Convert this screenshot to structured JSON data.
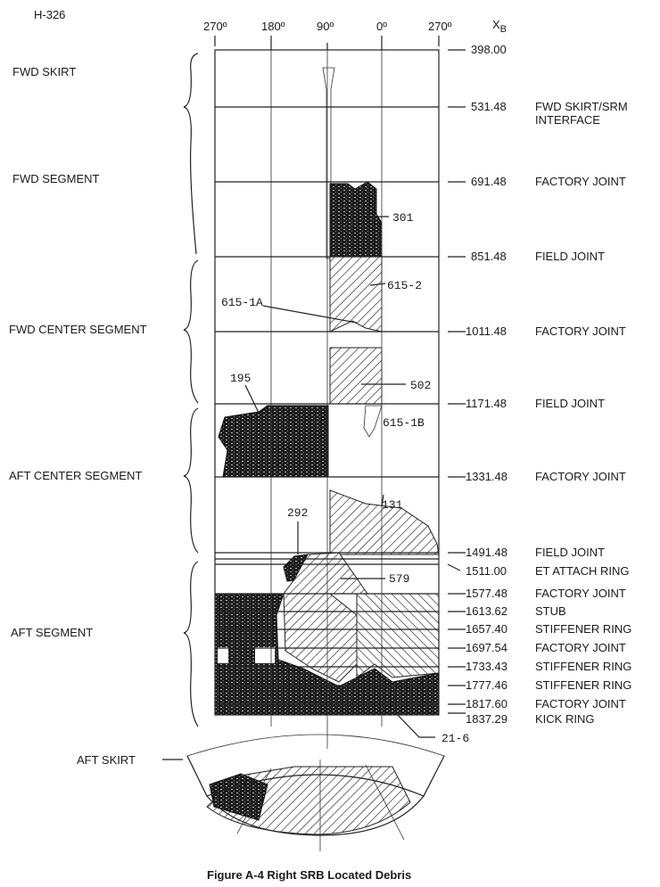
{
  "page_id": "H-326",
  "axis": {
    "angles": [
      "270º",
      "180º",
      "90º",
      "0º",
      "270º"
    ],
    "station_label": "X",
    "station_subscript": "B"
  },
  "stations": [
    {
      "value": "398.00",
      "name": ""
    },
    {
      "value": "531.48",
      "name": "FWD SKIRT/SRM",
      "name2": "INTERFACE"
    },
    {
      "value": "691.48",
      "name": "FACTORY JOINT"
    },
    {
      "value": "851.48",
      "name": "FIELD JOINT"
    },
    {
      "value": "1011.48",
      "name": "FACTORY JOINT"
    },
    {
      "value": "1171.48",
      "name": "FIELD JOINT"
    },
    {
      "value": "1331.48",
      "name": "FACTORY JOINT"
    },
    {
      "value": "1491.48",
      "name": "FIELD JOINT"
    },
    {
      "value": "1511.00",
      "name": "ET ATTACH RING"
    },
    {
      "value": "1577.48",
      "name": "FACTORY JOINT"
    },
    {
      "value": "1613.62",
      "name": "STUB"
    },
    {
      "value": "1657.40",
      "name": "STIFFENER RING"
    },
    {
      "value": "1697.54",
      "name": "FACTORY JOINT"
    },
    {
      "value": "1733.43",
      "name": "STIFFENER RING"
    },
    {
      "value": "1777.46",
      "name": "STIFFENER RING"
    },
    {
      "value": "1817.60",
      "name": "FACTORY JOINT"
    },
    {
      "value": "1837.29",
      "name": "KICK RING"
    }
  ],
  "segments": [
    "FWD SKIRT",
    "FWD SEGMENT",
    "FWD CENTER SEGMENT",
    "AFT CENTER SEGMENT",
    "AFT SEGMENT",
    "AFT SKIRT"
  ],
  "debris_labels": [
    "301",
    "615-2",
    "615-1A",
    "502",
    "195",
    "615-1B",
    "131",
    "292",
    "579",
    "21-6"
  ],
  "caption": "Figure A-4  Right SRB Located Debris"
}
